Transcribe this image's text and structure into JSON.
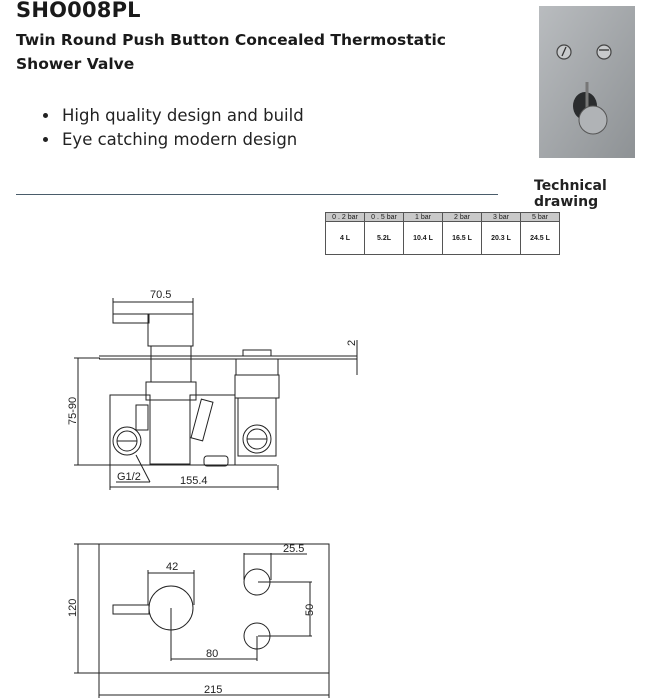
{
  "product": {
    "code": "SHO008PL",
    "title": "Twin Round Push Button Concealed Thermostatic Shower Valve",
    "features": [
      "High quality design and build",
      "Eye catching modern design"
    ]
  },
  "section": {
    "label": "Technical drawing"
  },
  "flow_table": {
    "pressures": [
      "0 . 2 bar",
      "0 . 5 bar",
      "1  bar",
      "2  bar",
      "3  bar",
      "5  bar"
    ],
    "flows": [
      "4  L",
      "5.2L",
      "10.4  L",
      "16.5  L",
      "20.3 L",
      "24.5 L"
    ]
  },
  "side_view": {
    "dim_top": "70.5",
    "dim_plate": "2",
    "dim_depth": "75-90",
    "dim_width": "155.4",
    "thread": "G1/2"
  },
  "front_view": {
    "dim_handle": "42",
    "dim_button": "25.5",
    "dim_button_spacing": "50",
    "dim_height": "120",
    "dim_centres": "80",
    "dim_width": "215"
  }
}
